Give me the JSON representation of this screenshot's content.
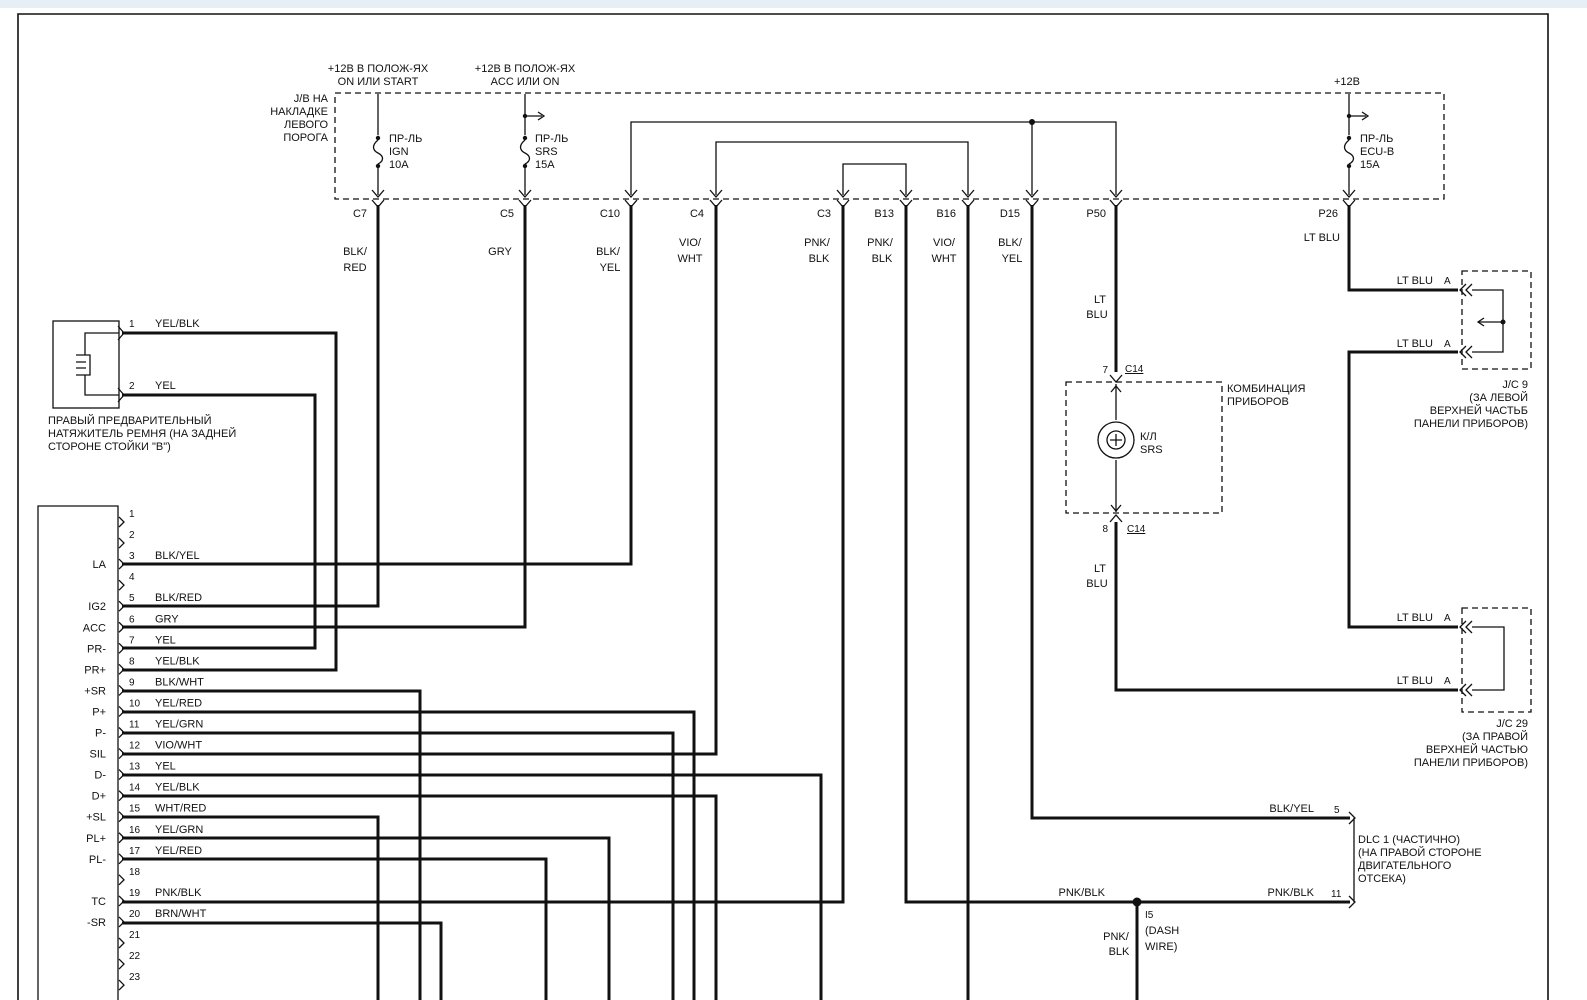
{
  "jb": {
    "title_lines": [
      "J/B НА",
      "НАКЛАДКЕ",
      "ЛЕВОГО",
      "ПОРОГА"
    ],
    "source_ign_lines": [
      "+12В В ПОЛОЖ-ЯХ",
      "ON ИЛИ START"
    ],
    "source_acc_lines": [
      "+12В В ПОЛОЖ-ЯХ",
      "ACC ИЛИ ON"
    ],
    "source_batt": "+12В",
    "fuses": [
      {
        "lines": [
          "ПР-ЛЬ",
          "IGN",
          "10А"
        ]
      },
      {
        "lines": [
          "ПР-ЛЬ",
          "SRS",
          "15А"
        ]
      },
      {
        "lines": [
          "ПР-ЛЬ",
          "ECU-B",
          "15А"
        ]
      }
    ],
    "pins": [
      "C7",
      "C5",
      "C10",
      "C4",
      "C3",
      "B13",
      "B16",
      "D15",
      "P50",
      "P26"
    ]
  },
  "wire_labels": {
    "c7": [
      "BLK/",
      "RED"
    ],
    "c5": [
      "GRY"
    ],
    "c10": [
      "BLK/",
      "YEL"
    ],
    "c4": [
      "VIO/",
      "WHT"
    ],
    "c3": [
      "PNK/",
      "BLK"
    ],
    "b13": [
      "PNK/",
      "BLK"
    ],
    "b16": [
      "VIO/",
      "WHT"
    ],
    "d15": [
      "BLK/",
      "YEL"
    ],
    "p50": [
      "LT",
      "BLU"
    ],
    "p26": [
      "LT BLU"
    ],
    "c14_out": [
      "LT",
      "BLU"
    ],
    "i5_down": [
      "PNK/",
      "BLK"
    ]
  },
  "pretensioner": {
    "caption_lines": [
      "ПРАВЫЙ ПРЕДВАРИТЕЛЬНЫЙ",
      "НАТЯЖИТЕЛЬ РЕМНЯ (НА ЗАДНЕЙ",
      "СТОРОНЕ СТОЙКИ \"В\")"
    ],
    "pins": [
      {
        "num": "1",
        "wire": "YEL/BLK"
      },
      {
        "num": "2",
        "wire": "YEL"
      }
    ]
  },
  "ecu": {
    "pins": [
      {
        "num": "1",
        "name": "",
        "wire": ""
      },
      {
        "num": "2",
        "name": "",
        "wire": ""
      },
      {
        "num": "3",
        "name": "LA",
        "wire": "BLK/YEL"
      },
      {
        "num": "4",
        "name": "",
        "wire": ""
      },
      {
        "num": "5",
        "name": "IG2",
        "wire": "BLK/RED"
      },
      {
        "num": "6",
        "name": "ACC",
        "wire": "GRY"
      },
      {
        "num": "7",
        "name": "PR-",
        "wire": "YEL"
      },
      {
        "num": "8",
        "name": "PR+",
        "wire": "YEL/BLK"
      },
      {
        "num": "9",
        "name": "+SR",
        "wire": "BLK/WHT"
      },
      {
        "num": "10",
        "name": "P+",
        "wire": "YEL/RED"
      },
      {
        "num": "11",
        "name": "P-",
        "wire": "YEL/GRN"
      },
      {
        "num": "12",
        "name": "SIL",
        "wire": "VIO/WHT"
      },
      {
        "num": "13",
        "name": "D-",
        "wire": "YEL"
      },
      {
        "num": "14",
        "name": "D+",
        "wire": "YEL/BLK"
      },
      {
        "num": "15",
        "name": "+SL",
        "wire": "WHT/RED"
      },
      {
        "num": "16",
        "name": "PL+",
        "wire": "YEL/GRN"
      },
      {
        "num": "17",
        "name": "PL-",
        "wire": "YEL/RED"
      },
      {
        "num": "18",
        "name": "",
        "wire": ""
      },
      {
        "num": "19",
        "name": "TC",
        "wire": "PNK/BLK"
      },
      {
        "num": "20",
        "name": "-SR",
        "wire": "BRN/WHT"
      },
      {
        "num": "21",
        "name": "",
        "wire": ""
      },
      {
        "num": "22",
        "name": "",
        "wire": ""
      },
      {
        "num": "23",
        "name": "",
        "wire": ""
      }
    ]
  },
  "combination": {
    "caption_lines": [
      "КОМБИНАЦИЯ",
      "ПРИБОРОВ"
    ],
    "lamp_lines": [
      "К/Л",
      "SRS"
    ],
    "pin_top": "7",
    "pin_bottom": "8",
    "connector": "C14"
  },
  "jc9": {
    "caption_lines": [
      "J/C 9",
      "(ЗА ЛЕВОЙ",
      "ВЕРХНЕЙ ЧАСТЬБ",
      "ПАНЕЛИ ПРИБОРОВ)"
    ],
    "wire": "LT BLU",
    "pin": "A"
  },
  "jc29": {
    "caption_lines": [
      "J/C 29",
      "(ЗА ПРАВОЙ",
      "ВЕРХНЕЙ ЧАСТЬЮ",
      "ПАНЕЛИ ПРИБОРОВ)"
    ],
    "wire": "LT BLU",
    "pin": "A"
  },
  "dlc": {
    "caption_lines": [
      "DLC 1 (ЧАСТИЧНО)",
      "(НА ПРАВОЙ СТОРОНЕ",
      "ДВИГАТЕЛЬНОГО",
      "ОТСЕКА)"
    ],
    "pins": [
      {
        "num": "5",
        "wire": "BLK/YEL"
      },
      {
        "num": "11",
        "wire": "PNK/BLK"
      }
    ]
  },
  "splice": {
    "wire_left": "PNK/BLK",
    "lines": [
      "I5",
      "(DASH",
      "WIRE)"
    ]
  }
}
